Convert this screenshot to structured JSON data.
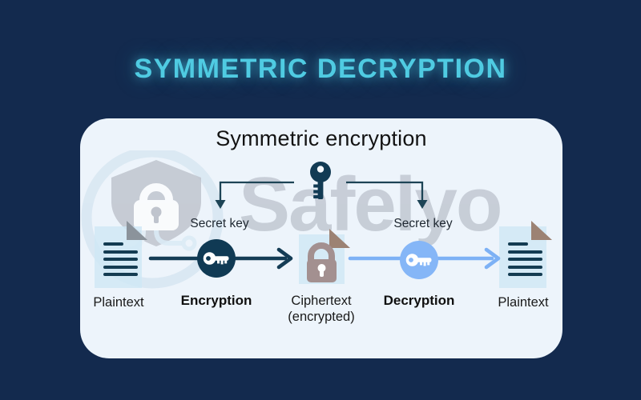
{
  "page": {
    "title": "SYMMETRIC DECRYPTION",
    "background_color": "#132A4E",
    "accent_color": "#4FCBE2"
  },
  "card": {
    "heading": "Symmetric encryption",
    "watermark_text": "Safelyo",
    "secret_key_left": "Secret key",
    "secret_key_right": "Secret key",
    "flow": {
      "plaintext_left": "Plaintext",
      "encryption": "Encryption",
      "ciphertext": "Ciphertext",
      "ciphertext_sub": "(encrypted)",
      "decryption": "Decryption",
      "plaintext_right": "Plaintext"
    },
    "colors": {
      "ink_navy": "#123B54",
      "thin_line": "#1D4456",
      "arrow_dark": "#143C55",
      "arrow_blue": "#7DB1F5",
      "decryption_circle": "#85B6F7",
      "lock_brown": "#A39090",
      "doc_background": "#CEE7F5",
      "watermark_gray": "#9FA6B2",
      "card_background": "#EDF4FB"
    },
    "icons": {
      "top": "key-icon",
      "encryption": "key-in-circle-icon",
      "ciphertext": "padlock-icon",
      "decryption": "key-in-circle-icon",
      "plaintext": "document-icon",
      "watermark": "shield-lock-icon"
    }
  }
}
